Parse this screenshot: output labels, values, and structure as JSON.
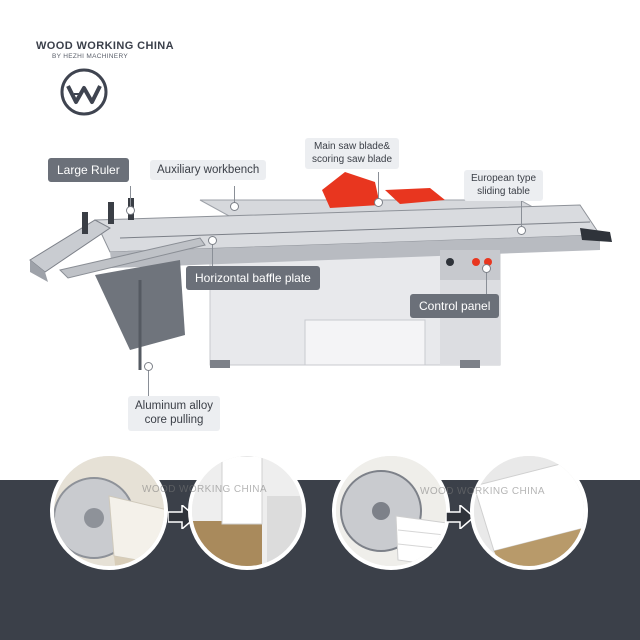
{
  "brand": {
    "name": "WOOD WORKING CHINA",
    "subtitle": "BY HEZHI MACHINERY",
    "logo_icon": "ww-logo-icon"
  },
  "callouts": {
    "large_ruler": "Large Ruler",
    "auxiliary_workbench": "Auxiliary workbench",
    "main_saw_blade": [
      "Main saw blade&",
      "scoring saw blade"
    ],
    "european_sliding_table": [
      "European type",
      "sliding table"
    ],
    "horizontal_baffle_plate": "Horizontal baffle plate",
    "control_panel": "Control panel",
    "aluminum_core": [
      "Aluminum alloy",
      "core pulling"
    ]
  },
  "colors": {
    "dark_callout": "#6b7079",
    "light_callout": "#eceef1",
    "bottom_band": "#3b4049",
    "saw_guard_red": "#e8361f",
    "machine_body": "#e6e7ea",
    "accent_arrow": "#2f333a"
  },
  "detail_images": {
    "watermark": "WOOD WORKING CHINA",
    "items": [
      "saw-blade-cut",
      "chipboard-edge-result",
      "saw-blade-cut-2",
      "melamine-edge-result"
    ]
  }
}
